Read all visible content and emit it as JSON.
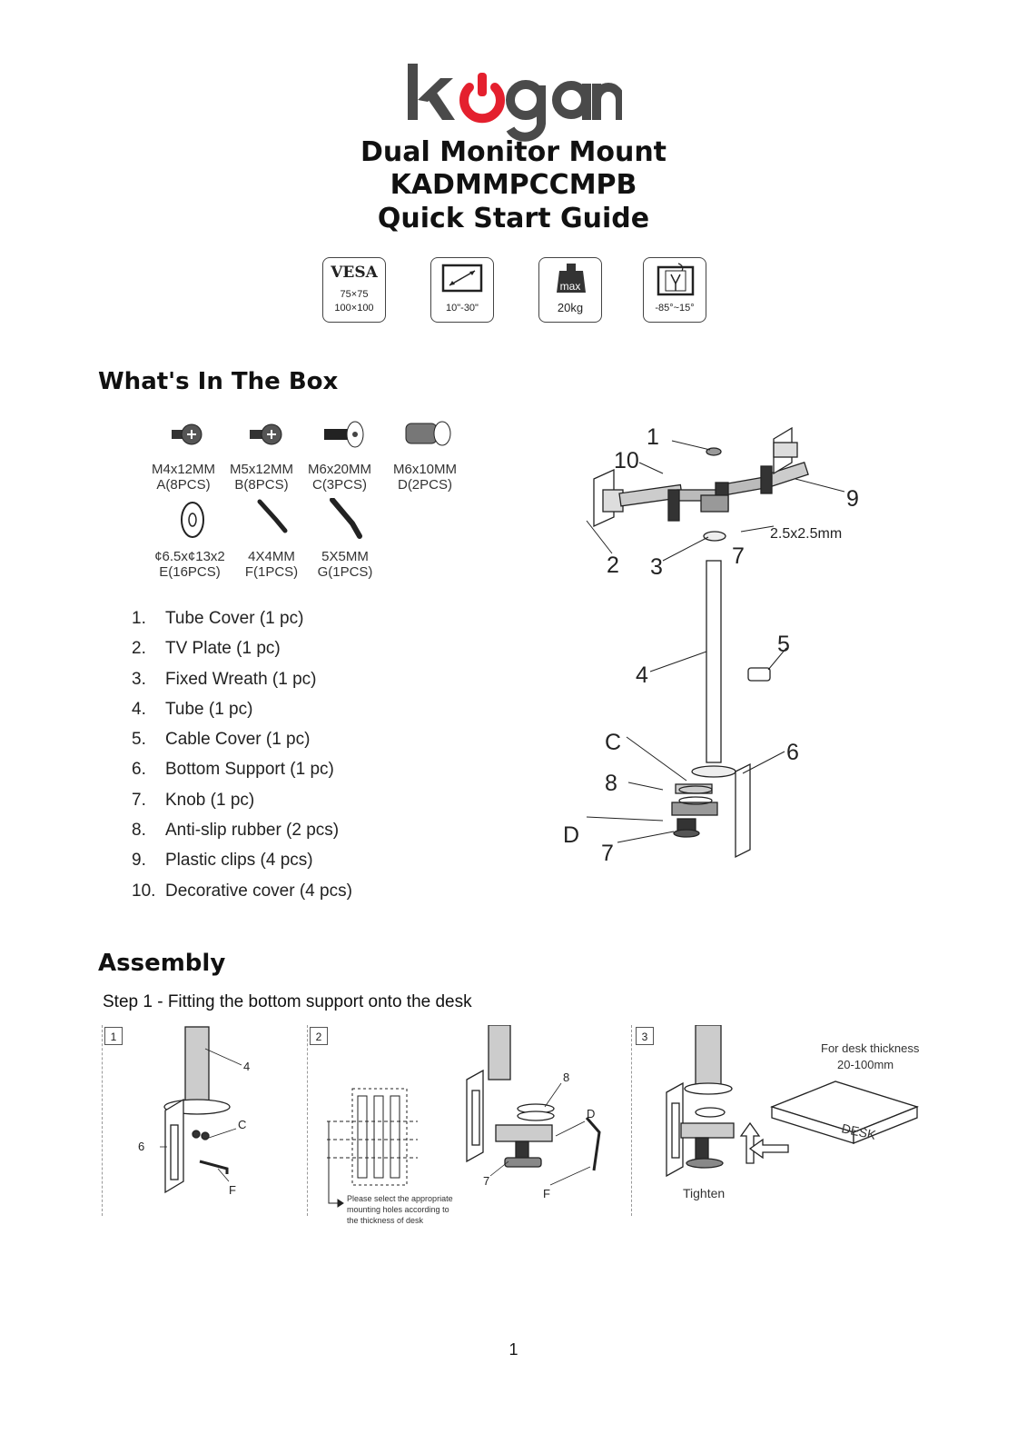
{
  "header": {
    "brand": "kogan",
    "title_line1": "Dual Monitor Mount",
    "title_line2": "KADMMPCCMPB",
    "title_line3": "Quick Start Guide"
  },
  "badges": {
    "vesa": {
      "word": "VESA",
      "line1": "75×75",
      "line2": "100×100"
    },
    "size": {
      "label": "10\"-30\""
    },
    "weight": {
      "tag": "max",
      "label": "20kg"
    },
    "tilt": {
      "label": "-85°~15°"
    }
  },
  "box": {
    "heading": "What's In The Box",
    "hardware": [
      {
        "size": "M4x12MM",
        "qty": "A(8PCS)"
      },
      {
        "size": "M5x12MM",
        "qty": "B(8PCS)"
      },
      {
        "size": "M6x20MM",
        "qty": "C(3PCS)"
      },
      {
        "size": "M6x10MM",
        "qty": "D(2PCS)"
      },
      {
        "size": "¢6.5x¢13x2",
        "qty": "E(16PCS)"
      },
      {
        "size": "4X4MM",
        "qty": "F(1PCS)"
      },
      {
        "size": "5X5MM",
        "qty": "G(1PCS)"
      }
    ],
    "parts": [
      {
        "num": "1.",
        "text": "Tube Cover (1 pc)"
      },
      {
        "num": "2.",
        "text": "TV Plate (1 pc)"
      },
      {
        "num": "3.",
        "text": "Fixed Wreath (1 pc)"
      },
      {
        "num": "4.",
        "text": "Tube (1 pc)"
      },
      {
        "num": "5.",
        "text": "Cable Cover (1 pc)"
      },
      {
        "num": "6.",
        "text": "Bottom Support (1 pc)"
      },
      {
        "num": "7.",
        "text": "Knob (1 pc)"
      },
      {
        "num": "8.",
        "text": "Anti-slip rubber (2 pcs)"
      },
      {
        "num": "9.",
        "text": "Plastic clips (4 pcs)"
      },
      {
        "num": "10.",
        "text": "Decorative cover (4 pcs)"
      }
    ],
    "diagram_labels": {
      "l1": "1",
      "l10": "10",
      "l9": "9",
      "l2": "2",
      "l3": "3",
      "l7top": "7",
      "hex": "2.5x2.5mm",
      "l5": "5",
      "l4": "4",
      "lC": "C",
      "l6": "6",
      "l8": "8",
      "lD": "D",
      "l7bottom": "7"
    }
  },
  "assembly": {
    "heading": "Assembly",
    "step1_title": "Step 1 - Fitting the bottom support onto the desk",
    "panels": {
      "p1": {
        "num": "1",
        "l4": "4",
        "lC": "C",
        "l6": "6",
        "lF": "F"
      },
      "p2": {
        "num": "2",
        "l8": "8",
        "lD": "D",
        "l7": "7",
        "lF": "F",
        "note1": "Please select the appropriate",
        "note2": "mounting holes according to",
        "note3": "the thickness of desk"
      },
      "p3": {
        "num": "3",
        "thickness1": "For desk thickness",
        "thickness2": "20-100mm",
        "desk": "DESK",
        "tighten": "Tighten"
      }
    }
  },
  "page_number": "1",
  "colors": {
    "brand_red": "#e4202e",
    "brand_grey": "#4a4a4a"
  }
}
